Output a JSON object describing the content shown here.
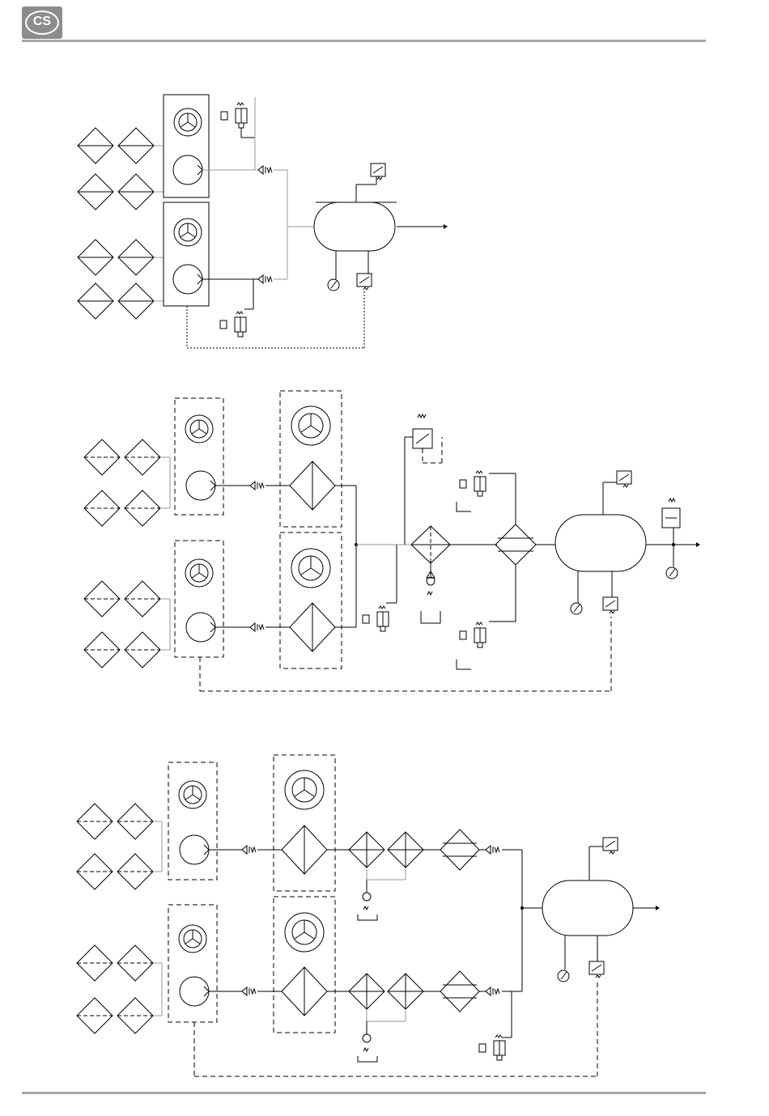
{
  "header": {
    "logo_text": "CS",
    "accent_color": "#8c8c8c"
  },
  "diagrams": [
    {
      "id": "system-1",
      "label": ""
    },
    {
      "id": "system-2",
      "label": ""
    },
    {
      "id": "system-3",
      "label": ""
    }
  ]
}
